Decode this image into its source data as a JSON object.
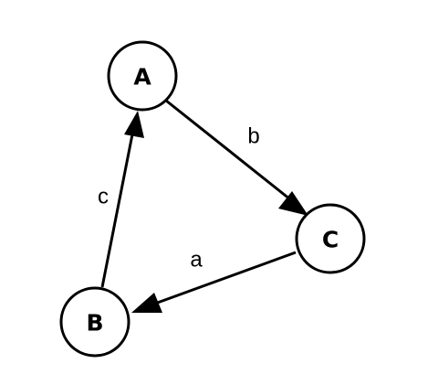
{
  "nodes": {
    "A": {
      "label": "A"
    },
    "B": {
      "label": "B"
    },
    "C": {
      "label": "C"
    }
  },
  "edges": {
    "AC": {
      "from": "A",
      "to": "C",
      "label": "b"
    },
    "CB": {
      "from": "C",
      "to": "B",
      "label": "a"
    },
    "BA": {
      "from": "B",
      "to": "A",
      "label": "c"
    }
  },
  "colors": {
    "stroke": "#000000",
    "fill": "#ffffff",
    "background": "#ffffff"
  }
}
